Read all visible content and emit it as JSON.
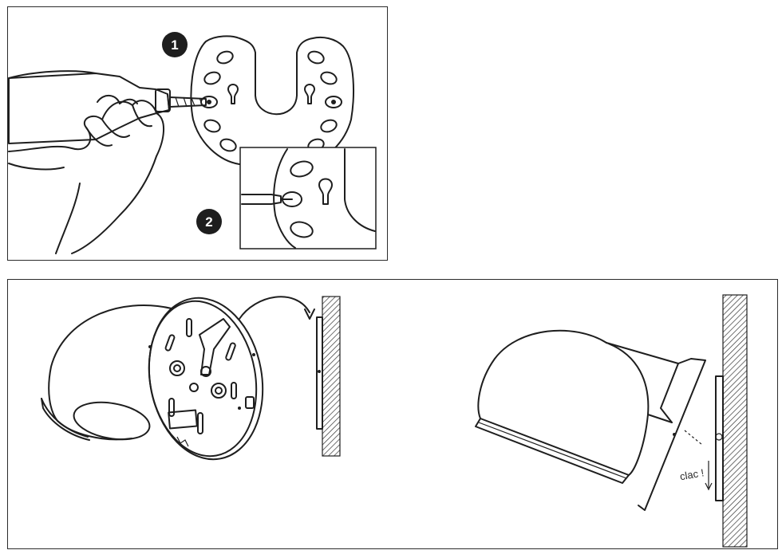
{
  "steps": [
    {
      "number": "1"
    },
    {
      "number": "2"
    }
  ],
  "annotation": {
    "click_text": "clac !"
  },
  "icons": [
    "drill-icon",
    "hand-icon",
    "mounting-plate-icon",
    "screwdriver-icon",
    "lamp-icon",
    "wall-icon",
    "rotate-arrow-icon",
    "down-arrow-icon"
  ],
  "colors": {
    "line": "#1e1e1e",
    "badge": "#1e1e1e",
    "background": "#ffffff",
    "hatch": "#333333"
  }
}
